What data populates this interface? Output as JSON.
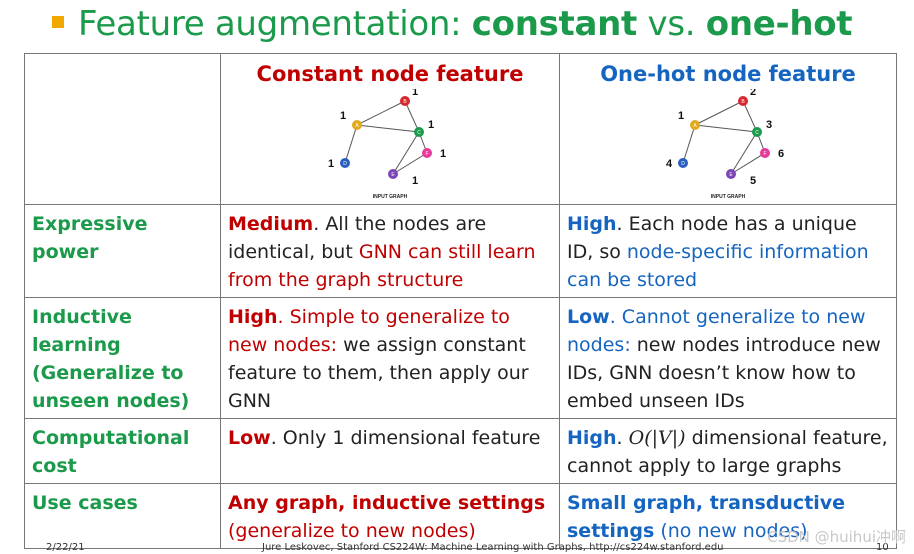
{
  "title": {
    "prefix": "Feature augmentation: ",
    "strong1": "constant",
    "mid": " vs. ",
    "strong2": "one-hot"
  },
  "columns": {
    "constant": {
      "label": "Constant node feature",
      "graph_caption": "INPUT GRAPH",
      "node_labels": [
        "1",
        "1",
        "1",
        "1",
        "1",
        "1"
      ],
      "node_letters": [
        "A",
        "B",
        "C",
        "D",
        "E",
        "F"
      ]
    },
    "onehot": {
      "label": "One-hot node feature",
      "graph_caption": "INPUT GRAPH",
      "node_labels": [
        "1",
        "2",
        "3",
        "4",
        "5",
        "6"
      ],
      "node_letters": [
        "A",
        "B",
        "C",
        "D",
        "E",
        "F"
      ]
    }
  },
  "node_colors": {
    "A": "#e3a91f",
    "B": "#d8282e",
    "C": "#1a9a4a",
    "D": "#2a5fbf",
    "E": "#7a45b5",
    "F": "#e83a9a"
  },
  "rows": {
    "expressive": {
      "label": "Expressive power",
      "c_strong": "Medium",
      "c_text1": ". All the nodes are identical, but ",
      "c_red": "GNN can still learn from the graph structure",
      "o_strong": "High",
      "o_text1": ". Each node has a unique ID, so ",
      "o_blue": "node-specific information can be stored"
    },
    "inductive": {
      "label": "Inductive learning (Generalize to unseen nodes)",
      "c_strong": "High",
      "c_red": ". Simple to generalize to new nodes:",
      "c_text1": " we assign constant feature to them, then apply our GNN",
      "o_strong": "Low",
      "o_blue": ". Cannot generalize to new nodes:",
      "o_text1": " new nodes introduce new IDs, GNN doesn’t know how to embed unseen IDs"
    },
    "computational": {
      "label": "Computational cost",
      "c_strong": "Low",
      "c_text1": ". Only 1 dimensional feature",
      "o_strong": "High",
      "o_text0": ". ",
      "o_math": "O(|V|)",
      "o_text1": " dimensional feature, cannot apply to large graphs"
    },
    "usecases": {
      "label": "Use cases",
      "c_strong": "Any graph, inductive settings",
      "c_text1": " (generalize to new nodes)",
      "o_strong": "Small graph, transductive settings",
      "o_text1": " (no new nodes)"
    }
  },
  "footer": {
    "date": "2/22/21",
    "credit": "Jure Leskovec, Stanford CS224W: Machine Learning with Graphs, http://cs224w.stanford.edu",
    "page": "10"
  },
  "watermark": "CSDN @huihui冲啊"
}
